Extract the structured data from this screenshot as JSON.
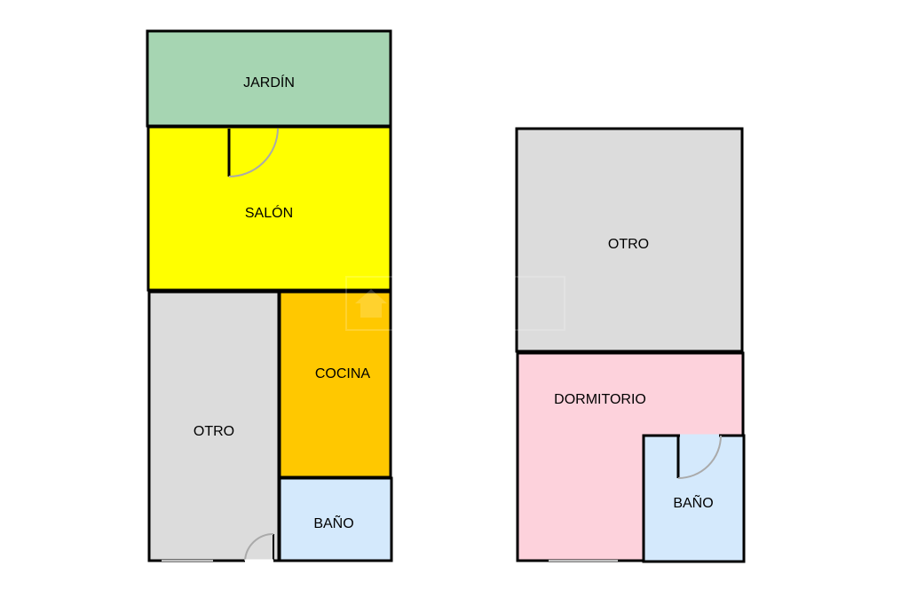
{
  "floor_plan": {
    "left_plan": {
      "rooms": [
        {
          "id": "jardin",
          "label": "JARDÍN",
          "color": "#a6d5b2"
        },
        {
          "id": "salon",
          "label": "SALÓN",
          "color": "#ffff00"
        },
        {
          "id": "otro-left",
          "label": "OTRO",
          "color": "#dcdcdc"
        },
        {
          "id": "cocina",
          "label": "COCINA",
          "color": "#ffc800"
        },
        {
          "id": "bano-left",
          "label": "BAÑO",
          "color": "#d4e9fc"
        }
      ]
    },
    "right_plan": {
      "rooms": [
        {
          "id": "otro-right",
          "label": "OTRO",
          "color": "#dcdcdc"
        },
        {
          "id": "dormitorio",
          "label": "DORMITORIO",
          "color": "#fdd2dc"
        },
        {
          "id": "bano-right",
          "label": "BAÑO",
          "color": "#d4e9fc"
        }
      ]
    },
    "wall_color": "#000000"
  }
}
